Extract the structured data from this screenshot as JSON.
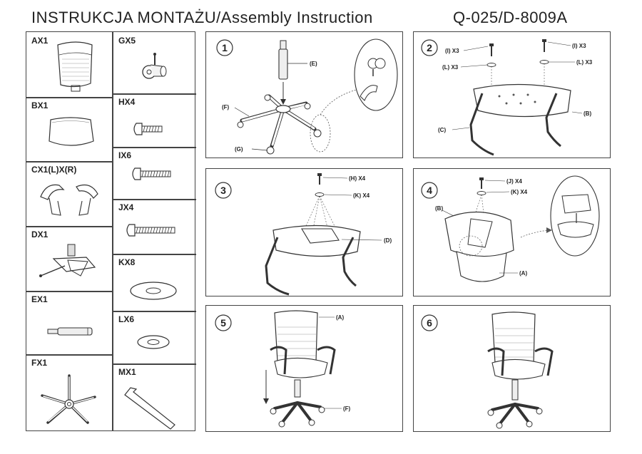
{
  "header": {
    "title": "INSTRUKCJA  MONTAŻU/Assembly  Instruction",
    "model": "Q-025/D-8009A"
  },
  "parts_left": [
    {
      "code": "AX1",
      "icon": "backrest-icon"
    },
    {
      "code": "BX1",
      "icon": "seat-cushion-icon"
    },
    {
      "code": "CX1(L)X(R)",
      "icon": "armrests-icon"
    },
    {
      "code": "DX1",
      "icon": "tilt-mechanism-icon"
    },
    {
      "code": "EX1",
      "icon": "gas-lift-icon"
    },
    {
      "code": "FX1",
      "icon": "star-base-icon"
    }
  ],
  "parts_right": [
    {
      "code": "GX5",
      "icon": "caster-icon"
    },
    {
      "code": "HX4",
      "icon": "short-bolt-icon"
    },
    {
      "code": "IX6",
      "icon": "medium-bolt-icon"
    },
    {
      "code": "JX4",
      "icon": "long-bolt-icon"
    },
    {
      "code": "KX8",
      "icon": "large-washer-icon"
    },
    {
      "code": "LX6",
      "icon": "small-washer-icon"
    },
    {
      "code": "MX1",
      "icon": "allen-key-icon"
    }
  ],
  "steps": [
    {
      "number": "1",
      "callouts": {
        "e": "(E)",
        "f": "(F)",
        "g": "(G)"
      }
    },
    {
      "number": "2",
      "callouts": {
        "i1": "(I) X3",
        "i2": "(I) X3",
        "l1": "(L) X3",
        "l2": "(L) X3",
        "b": "(B)",
        "c": "(C)"
      }
    },
    {
      "number": "3",
      "callouts": {
        "h": "(H) X4",
        "k": "(K) X4",
        "d": "(D)"
      }
    },
    {
      "number": "4",
      "callouts": {
        "j": "(J) X4",
        "k": "(K) X4",
        "b": "(B)",
        "a": "(A)"
      }
    },
    {
      "number": "5",
      "callouts": {
        "a": "(A)",
        "f": "(F)"
      }
    },
    {
      "number": "6",
      "callouts": {}
    }
  ]
}
